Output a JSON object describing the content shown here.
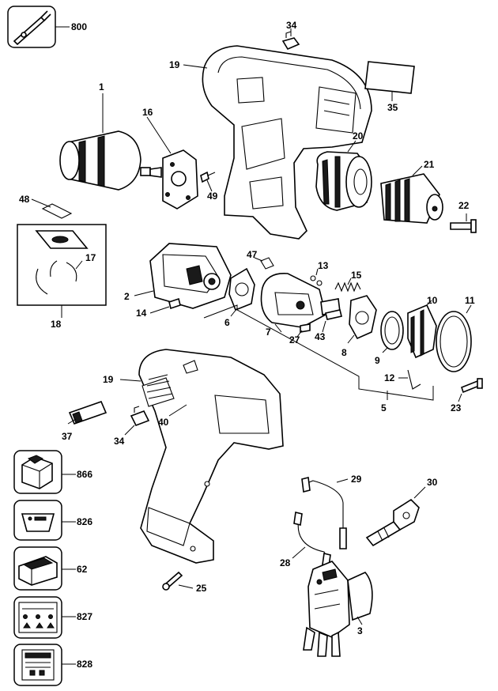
{
  "callouts": {
    "n1": "1",
    "n2": "2",
    "n3": "3",
    "n5": "5",
    "n6": "6",
    "n7": "7",
    "n8": "8",
    "n9": "9",
    "n10": "10",
    "n11": "11",
    "n12": "12",
    "n13": "13",
    "n14": "14",
    "n15": "15",
    "n16": "16",
    "n17": "17",
    "n18": "18",
    "n19a": "19",
    "n19b": "19",
    "n20": "20",
    "n21": "21",
    "n22": "22",
    "n23": "23",
    "n25": "25",
    "n27": "27",
    "n28": "28",
    "n29": "29",
    "n30": "30",
    "n34a": "34",
    "n34b": "34",
    "n35": "35",
    "n37": "37",
    "n40": "40",
    "n43": "43",
    "n47": "47",
    "n48": "48",
    "n49": "49",
    "n62": "62",
    "n800": "800",
    "n826": "826",
    "n827": "827",
    "n828": "828",
    "n866": "866"
  }
}
